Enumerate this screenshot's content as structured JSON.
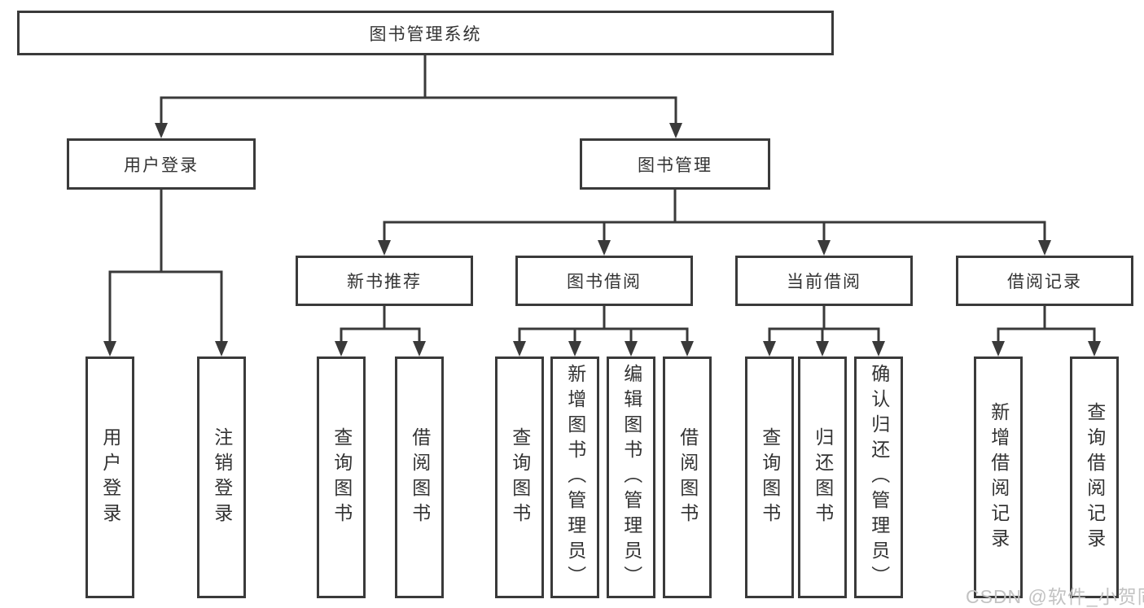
{
  "tree": {
    "root": {
      "label": "图书管理系统"
    },
    "branches": [
      {
        "label": "用户登录",
        "children": [
          {
            "label": "用户登录"
          },
          {
            "label": "注销登录"
          }
        ]
      },
      {
        "label": "图书管理",
        "children": [
          {
            "label": "新书推荐",
            "children": [
              {
                "label": "查询图书"
              },
              {
                "label": "借阅图书"
              }
            ]
          },
          {
            "label": "图书借阅",
            "children": [
              {
                "label": "查询图书"
              },
              {
                "label": "新增图书（管理员）"
              },
              {
                "label": "编辑图书（管理员）"
              },
              {
                "label": "借阅图书"
              }
            ]
          },
          {
            "label": "当前借阅",
            "children": [
              {
                "label": "查询图书"
              },
              {
                "label": "归还图书"
              },
              {
                "label": "确认归还（管理员）"
              }
            ]
          },
          {
            "label": "借阅记录",
            "children": [
              {
                "label": "新增借阅记录"
              },
              {
                "label": "查询借阅记录"
              }
            ]
          }
        ]
      }
    ]
  },
  "watermark": "CSDN @软件_小贺同学",
  "colors": {
    "line": "#3a3a3a",
    "text": "#333333",
    "watermark": "#c2c2c2"
  }
}
